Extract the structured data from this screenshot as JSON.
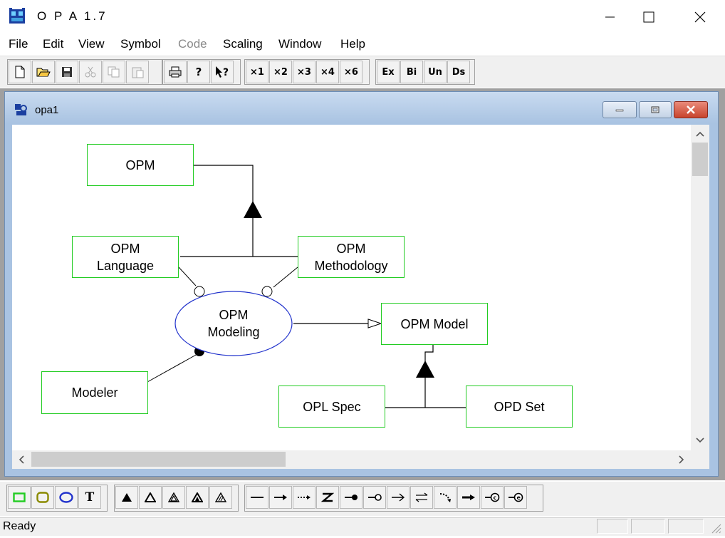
{
  "window": {
    "title": "O P A  1.7"
  },
  "menu": [
    "File",
    "Edit",
    "View",
    "Symbol",
    "Code",
    "Scaling",
    "Window",
    "Help"
  ],
  "toolbar": {
    "zoom": [
      "×1",
      "×2",
      "×3",
      "×4",
      "×6"
    ],
    "modes": [
      "Ex",
      "Bi",
      "Un",
      "Ds"
    ]
  },
  "child": {
    "title": "opa1"
  },
  "diagram": {
    "objects": {
      "opm": "OPM",
      "language": "OPM\nLanguage",
      "methodology": "OPM\nMethodology",
      "model": "OPM Model",
      "modeler": "Modeler",
      "opl_spec": "OPL Spec",
      "opd_set": "OPD Set"
    },
    "process": "OPM\nModeling"
  },
  "bottom": {
    "text_tool": "T"
  },
  "status": {
    "text": "Ready"
  },
  "colors": {
    "object_border": "#22cc22",
    "process_border": "#2233cc"
  }
}
